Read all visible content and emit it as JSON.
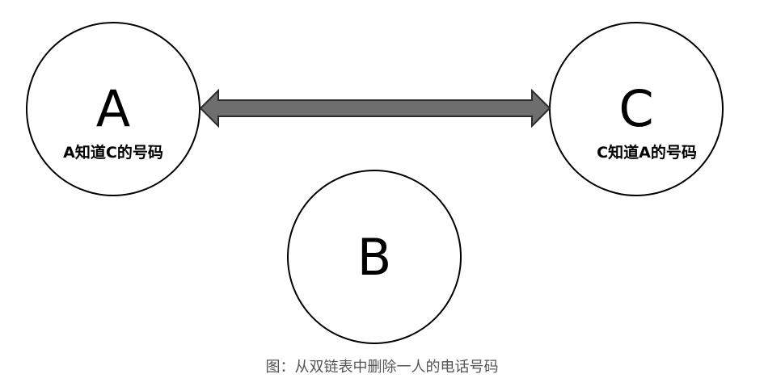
{
  "nodes": {
    "a": {
      "letter": "A",
      "desc": "A知道C的号码"
    },
    "b": {
      "letter": "B"
    },
    "c": {
      "letter": "C",
      "desc": "C知道A的号码"
    }
  },
  "arrow": {
    "direction": "bidirectional",
    "from": "A",
    "to": "C"
  },
  "colors": {
    "arrow_fill": "#6e6e6e",
    "stroke": "#000000",
    "caption": "#555555"
  },
  "caption": "图：从双链表中删除一人的电话号码"
}
